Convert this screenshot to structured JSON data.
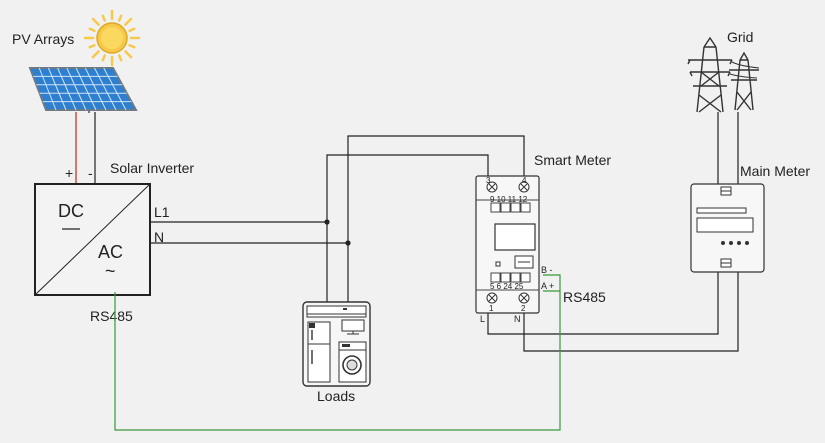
{
  "diagram": {
    "pv_label": "PV Arrays",
    "inverter": {
      "name": "Solar Inverter",
      "dc": "DC",
      "ac": "AC",
      "ac_symbol": "~",
      "plus": "+",
      "minus": "-",
      "l1": "L1",
      "n": "N",
      "rs485": "RS485"
    },
    "smart_meter": {
      "name": "Smart Meter",
      "t3": "3",
      "t4": "4",
      "top_terminals": "9 10 11 12",
      "bottom_terminals": "5 6 24 25",
      "t1": "1",
      "t2": "2",
      "l": "L",
      "n": "N",
      "b_minus": "B -",
      "a_plus": "A +",
      "rs485": "RS485"
    },
    "main_meter": {
      "name": "Main Meter"
    },
    "grid": {
      "name": "Grid"
    },
    "loads": {
      "name": "Loads"
    },
    "colors": {
      "wire": "#222222",
      "dc_positive": "#c0392b",
      "rs485_line": "#3a9a3a",
      "panel_blue": "#2f7fd1",
      "sun_yellow": "#f7c94a"
    }
  }
}
